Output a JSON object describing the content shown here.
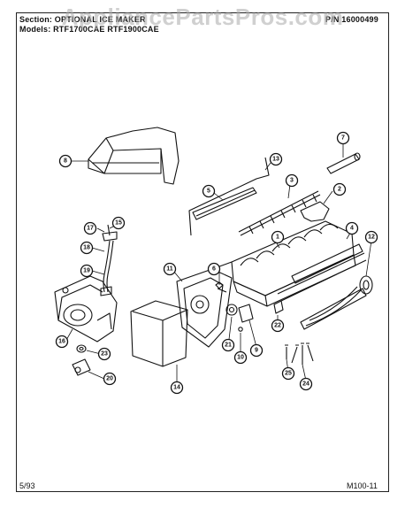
{
  "header": {
    "section_text": "Section: OPTIONAL ICE MAKER",
    "models_text": "Models: RTF1700CAE RTF1900CAE",
    "part_number": "P/N 16000499"
  },
  "watermark": {
    "text": "AppliancePartsPros.com"
  },
  "footer": {
    "date": "5/93",
    "page_code": "M100-11"
  },
  "callouts": [
    "1",
    "2",
    "3",
    "4",
    "5",
    "6",
    "7",
    "8",
    "9",
    "10",
    "11",
    "12",
    "13",
    "14",
    "15",
    "16",
    "17",
    "18",
    "19",
    "20",
    "21",
    "22",
    "23",
    "24",
    "25"
  ]
}
